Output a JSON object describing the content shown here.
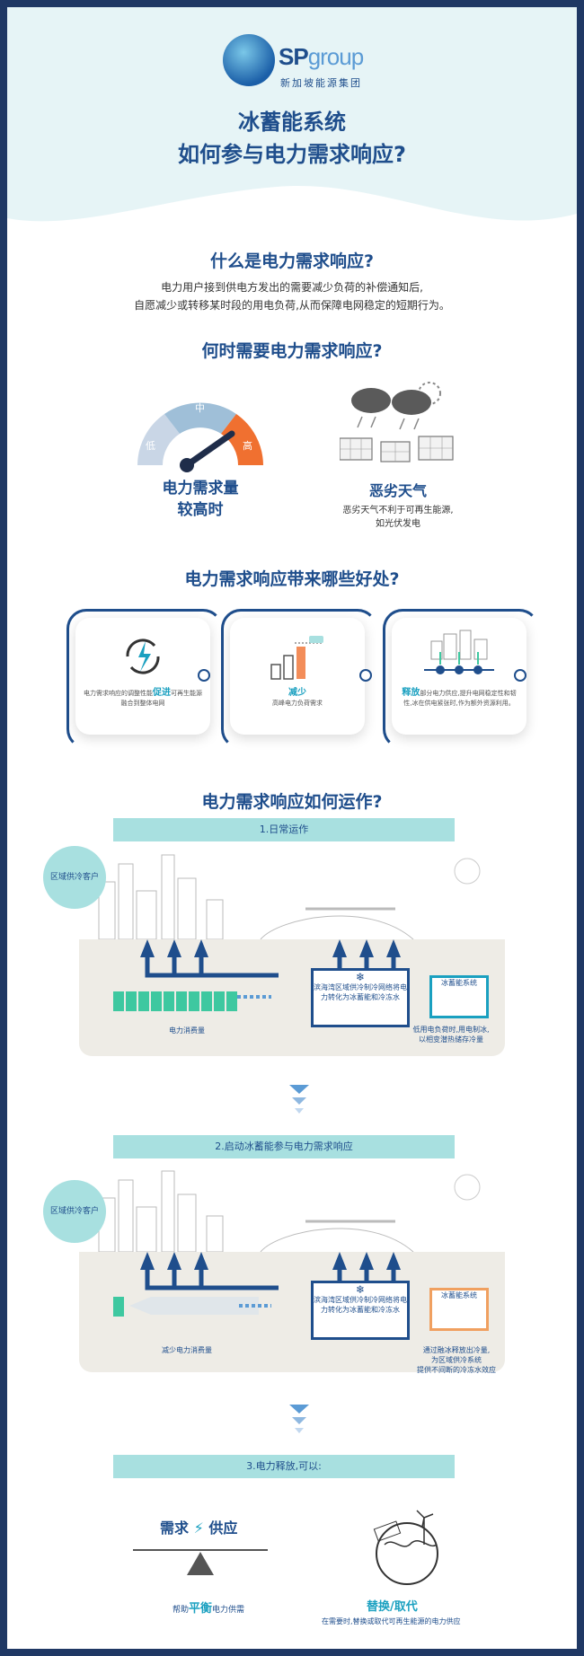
{
  "logo": {
    "brand_bold": "SP",
    "brand_light": "group",
    "subtitle": "新加坡能源集团"
  },
  "header": {
    "title_line1": "冰蓄能系统",
    "title_line2": "如何参与电力需求响应?"
  },
  "what": {
    "heading": "什么是电力需求响应?",
    "line1": "电力用户接到供电方发出的需要减少负荷的补偿通知后,",
    "line2": "自愿减少或转移某时段的用电负荷,从而保障电网稳定的短期行为。"
  },
  "when": {
    "heading": "何时需要电力需求响应?",
    "gauge": {
      "low": "低",
      "mid": "中",
      "high": "高",
      "label_line1": "电力需求量",
      "label_line2": "较高时"
    },
    "weather": {
      "title": "恶劣天气",
      "line1": "恶劣天气不利于可再生能源,",
      "line2": "如光伏发电"
    }
  },
  "benefits": {
    "heading": "电力需求响应带来哪些好处?",
    "cards": [
      {
        "pre": "电力需求响应的调整性能",
        "highlight": "促进",
        "post": "可再生能源融合到整体电网"
      },
      {
        "pre": "",
        "highlight": "减少",
        "post": "高峰电力负荷需求"
      },
      {
        "pre": "",
        "highlight": "释放",
        "post": "部分电力供应,提升电网稳定性和韧性,冰在供电紧张时,作为额外资源利用。"
      }
    ]
  },
  "how": {
    "heading": "电力需求响应如何运作?",
    "step1": {
      "banner": "1.日常运作",
      "customer": "区域供冷客户",
      "center": "滨海湾区域供冷制冷网络将电力转化为冰蓄能和冷冻水",
      "ice": "冰蓄能系统",
      "consumption": "电力消费量",
      "note_line1": "低用电负荷时,用电制冰,",
      "note_line2": "以相变潜热储存冷量"
    },
    "step2": {
      "banner": "2.启动冰蓄能参与电力需求响应",
      "customer": "区域供冷客户",
      "center": "滨海湾区域供冷制冷网络将电力转化为冰蓄能和冷冻水",
      "ice": "冰蓄能系统",
      "consumption": "减少电力消费量",
      "note_line1": "通过融冰释放出冷量,",
      "note_line2": "为区域供冷系统",
      "note_line3": "提供不间断的冷冻水效应"
    },
    "step3": {
      "banner": "3.电力释放,可以:",
      "demand": "需求",
      "supply": "供应",
      "balance_pre": "帮助",
      "balance_hl": "平衡",
      "balance_post": "电力供需",
      "replace_hl": "替换/取代",
      "replace_line": "在需要时,替换或取代可再生能源的电力供应"
    }
  },
  "colors": {
    "navy": "#1f4e8c",
    "teal": "#1aa0c0",
    "mint": "#a8e0e0",
    "orange": "#f07030",
    "green": "#3ec8a0"
  }
}
